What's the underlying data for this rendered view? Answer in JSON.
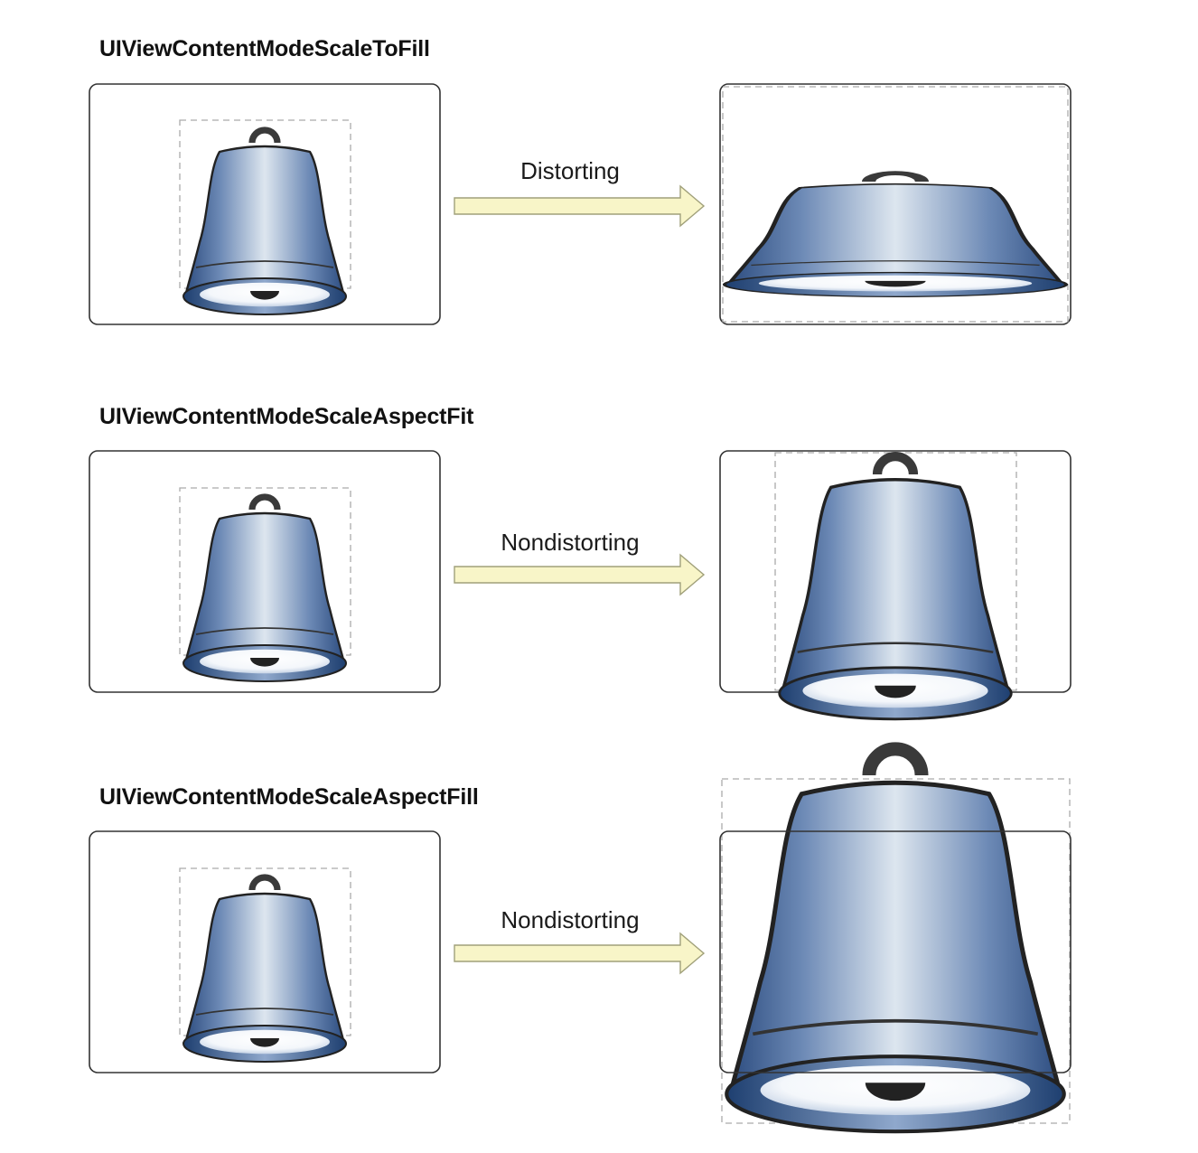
{
  "sections": [
    {
      "title": "UIViewContentModeScaleToFill",
      "arrow_label": "Distorting"
    },
    {
      "title": "UIViewContentModeScaleAspectFit",
      "arrow_label": "Nondistorting"
    },
    {
      "title": "UIViewContentModeScaleAspectFill",
      "arrow_label": "Nondistorting"
    }
  ],
  "colors": {
    "bell_dark": "#2d4d80",
    "bell_mid": "#8fa8cc",
    "bell_light": "#dde6ef",
    "handle": "#3a3a3a",
    "arrow_fill": "#f8f5c8",
    "arrow_stroke": "#a0a07a",
    "frame_stroke": "#333333",
    "dashed_stroke": "#aaaaaa"
  },
  "icons": [
    "bell-icon",
    "arrow-right-icon"
  ]
}
